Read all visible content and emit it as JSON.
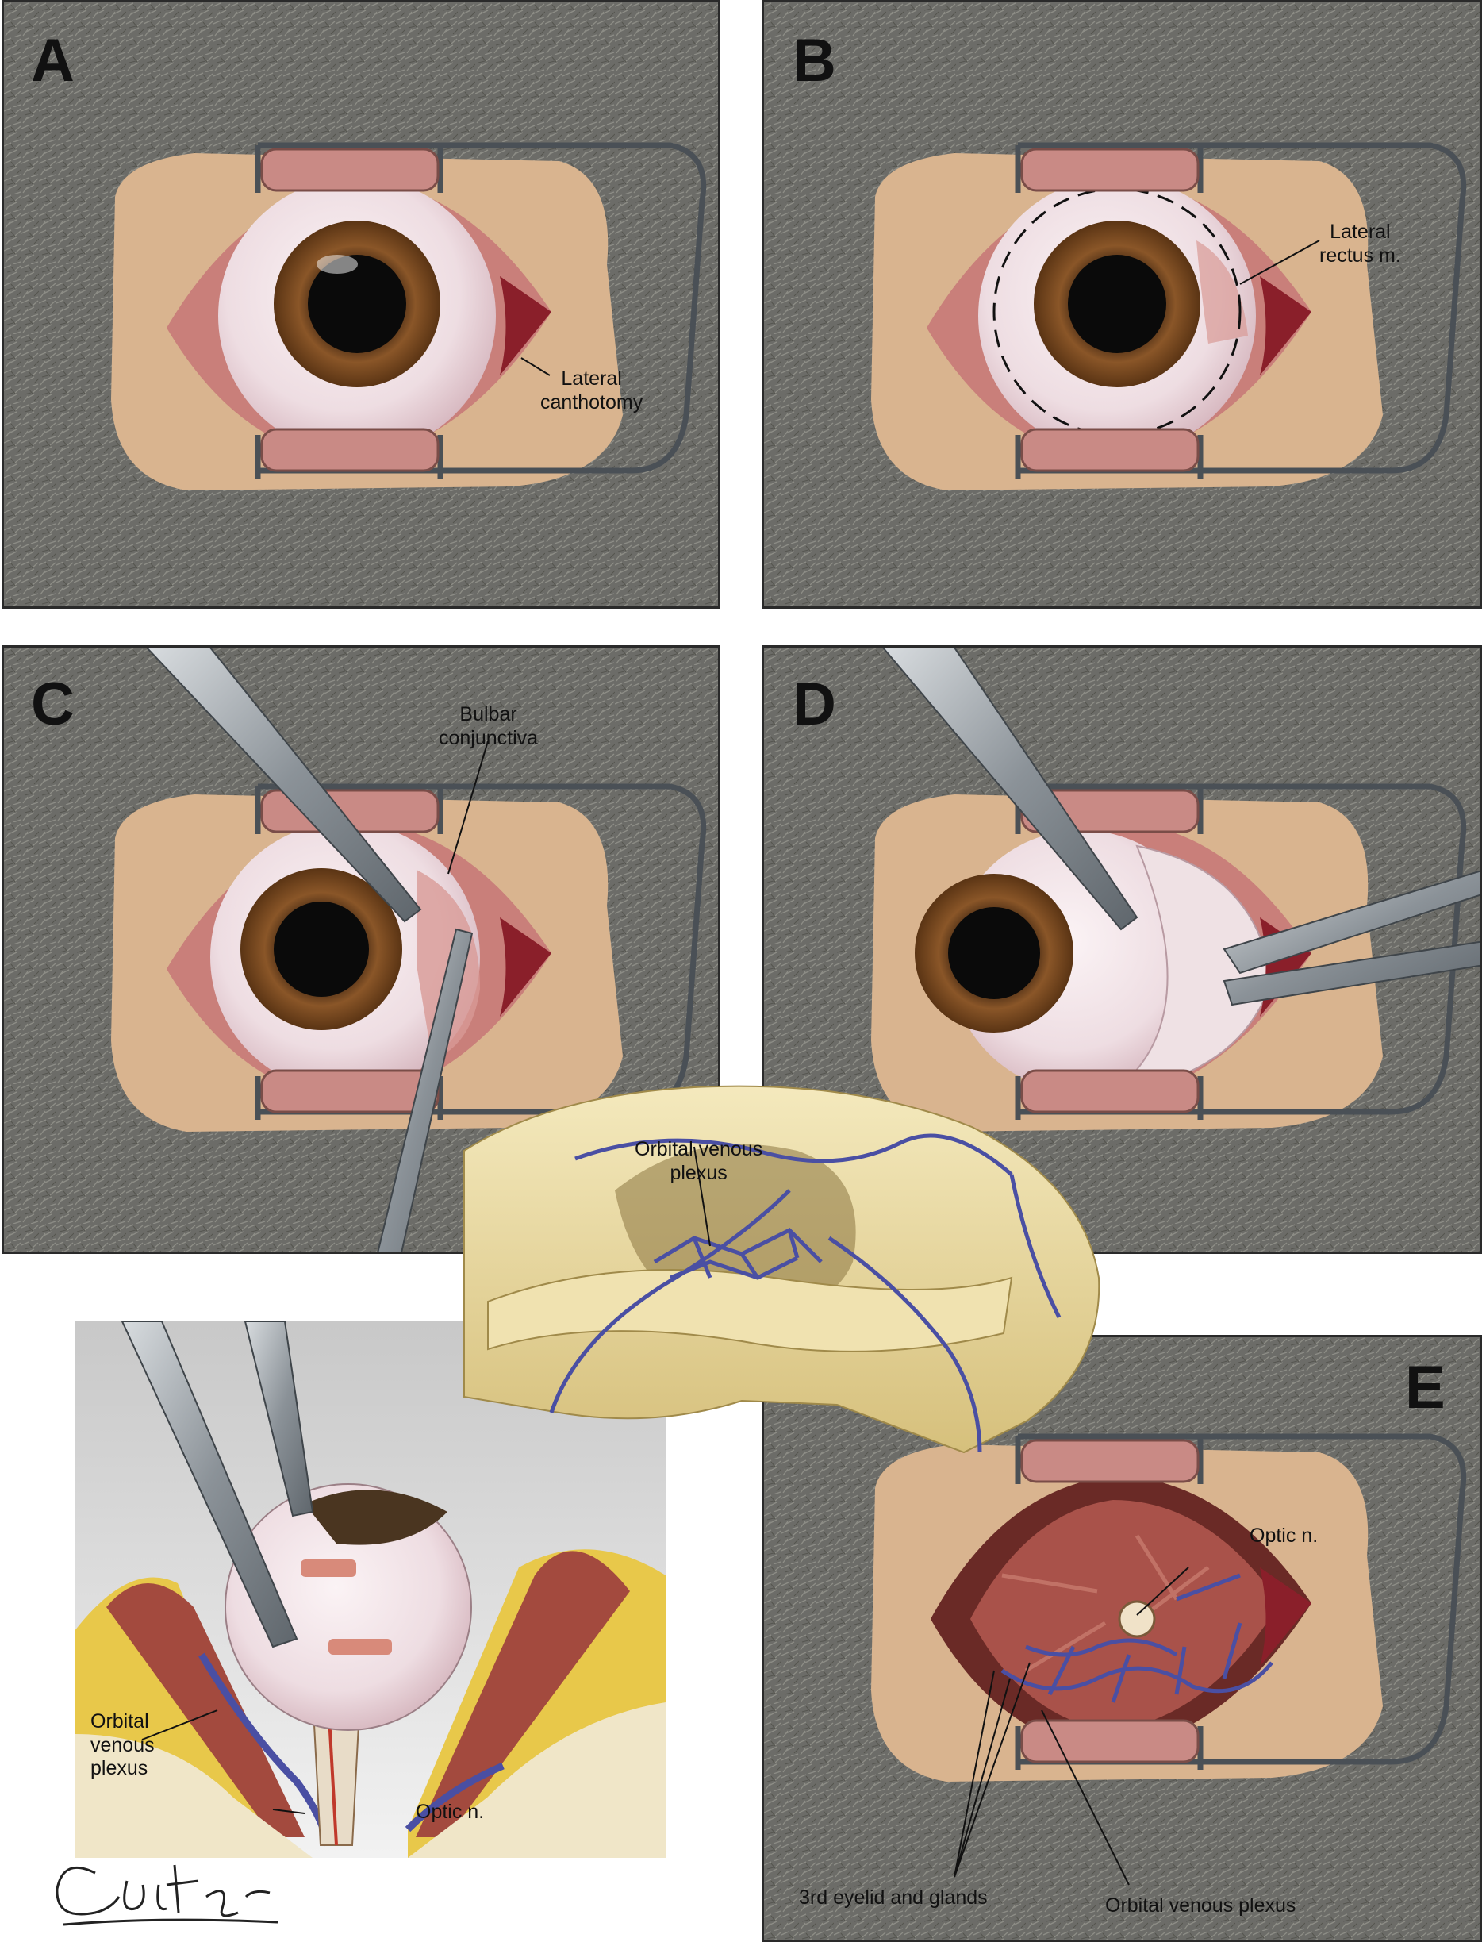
{
  "panels": {
    "a": {
      "label": "A",
      "annotations": {
        "canthotomy": [
          "Lateral",
          "canthotomy"
        ]
      }
    },
    "b": {
      "label": "B",
      "annotations": {
        "rectus": [
          "Lateral",
          "rectus m."
        ]
      }
    },
    "c": {
      "label": "C",
      "annotations": {
        "conjunctiva": [
          "Bulbar",
          "conjunctiva"
        ]
      }
    },
    "d": {
      "label": "D"
    },
    "e": {
      "label": "E",
      "annotations": {
        "optic": "Optic n.",
        "eyelid": "3rd eyelid and glands",
        "plexus": "Orbital venous plexus"
      }
    }
  },
  "skull": {
    "annotations": {
      "plexus": [
        "Orbital venous",
        "plexus"
      ]
    }
  },
  "section": {
    "annotations": {
      "plexus": [
        "Orbital",
        "venous",
        "plexus"
      ],
      "optic": "Optic n."
    }
  },
  "signature": "Carter",
  "colors": {
    "fur": "#6e6e6a",
    "skin": "#d9b48f",
    "iris": "#7a4a22",
    "pupil": "#0a0a0a",
    "sclera": "#f2e6ea",
    "vein": "#4a4fa3",
    "bone": "#e8d9a0",
    "fat": "#e8c84a",
    "muscle": "#a34a3e",
    "metal": "#9aa0a6"
  }
}
